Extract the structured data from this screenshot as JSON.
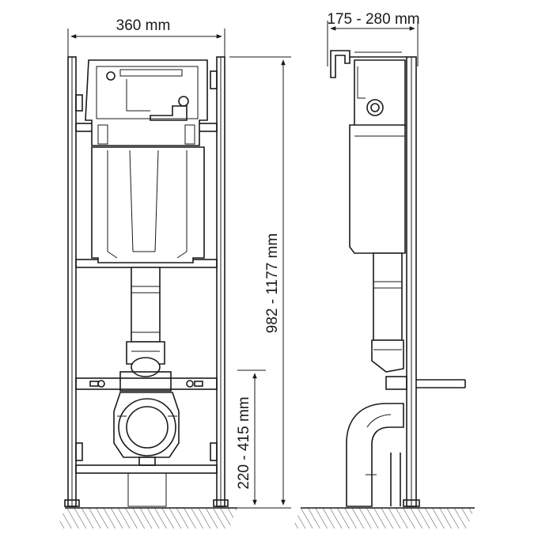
{
  "dimensions": {
    "frame_width": "360 mm",
    "depth": "175 - 280 mm",
    "height": "982 - 1177 mm",
    "outlet_height": "220 - 415 mm"
  },
  "colors": {
    "line": "#1a1a1a",
    "background": "#ffffff"
  }
}
